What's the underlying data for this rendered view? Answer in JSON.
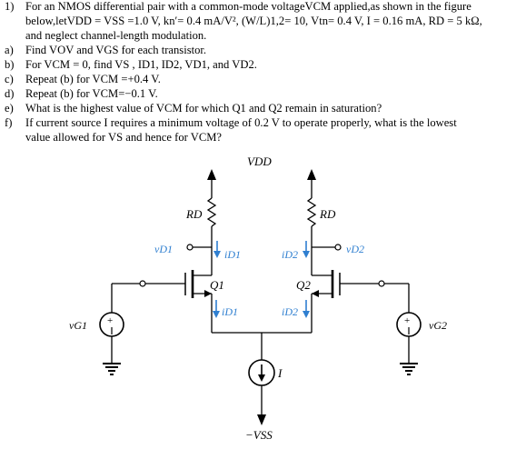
{
  "problem": {
    "number": "1)",
    "intro_lines": [
      "For an NMOS differential pair with a common-mode voltageVCM applied,as shown in the figure",
      "below,letVDD = VSS =1.0 V, kn′= 0.4 mA/V², (W/L)1,2= 10, Vtn= 0.4 V, I = 0.16 mA, RD = 5 kΩ,",
      "and neglect channel-length modulation."
    ],
    "parts": [
      {
        "label": "a)",
        "lines": [
          "Find VOV and VGS for each transistor."
        ]
      },
      {
        "label": "b)",
        "lines": [
          "For VCM = 0, find VS , ID1, ID2, VD1, and VD2."
        ]
      },
      {
        "label": "c)",
        "lines": [
          "Repeat (b) for VCM =+0.4 V."
        ]
      },
      {
        "label": "d)",
        "lines": [
          "Repeat (b) for VCM=−0.1 V."
        ]
      },
      {
        "label": "e)",
        "lines": [
          "What is the highest value of VCM for which Q1 and Q2 remain in saturation?"
        ]
      },
      {
        "label": "f)",
        "lines": [
          "If current source I requires a minimum voltage of 0.2 V to operate properly, what is the lowest",
          "value allowed for VS and hence for VCM?"
        ]
      }
    ]
  },
  "circuit": {
    "vdd_label": "VDD",
    "vss_label": "−VSS",
    "rd_left_label": "RD",
    "rd_right_label": "RD",
    "vd1_label": "vD1",
    "vd2_label": "vD2",
    "id1_top_label": "iD1",
    "id2_top_label": "iD2",
    "id1_bottom_label": "iD1",
    "id2_bottom_label": "iD2",
    "q1_label": "Q1",
    "q2_label": "Q2",
    "vg1_label": "vG1",
    "vg2_label": "vG2",
    "current_source_label": "I",
    "accent_color": "#2f7fd0"
  }
}
